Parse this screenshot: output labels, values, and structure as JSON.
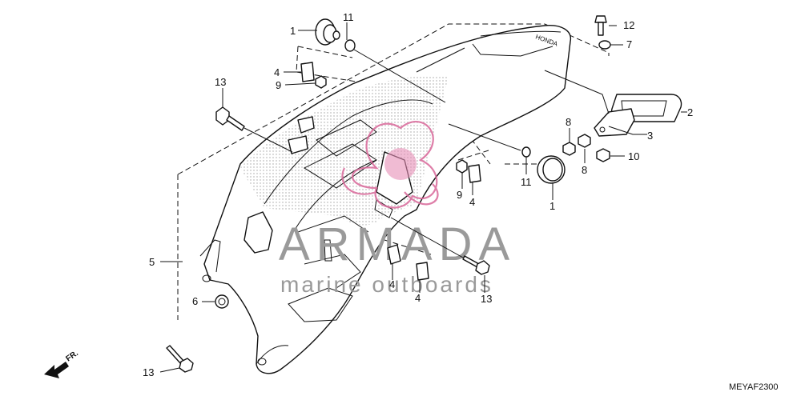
{
  "diagram": {
    "code": "MEYAF2300",
    "front_label": "FR.",
    "fender_logo": "HONDA"
  },
  "watermark": {
    "name": "ARMADA",
    "tagline": "marine outboards",
    "logo_color": "#d9689a"
  },
  "callouts": {
    "c1_top": "1",
    "c1_right": "1",
    "c2": "2",
    "c3": "3",
    "c4_top": "4",
    "c4_mid": "4",
    "c4_low_left": "4",
    "c4_low_right": "4",
    "c5": "5",
    "c6": "6",
    "c7": "7",
    "c8_top": "8",
    "c8_low": "8",
    "c9_top": "9",
    "c9_mid": "9",
    "c10": "10",
    "c11_top": "11",
    "c11_mid": "11",
    "c12": "12",
    "c13_top": "13",
    "c13_mid": "13",
    "c13_bottom": "13"
  }
}
